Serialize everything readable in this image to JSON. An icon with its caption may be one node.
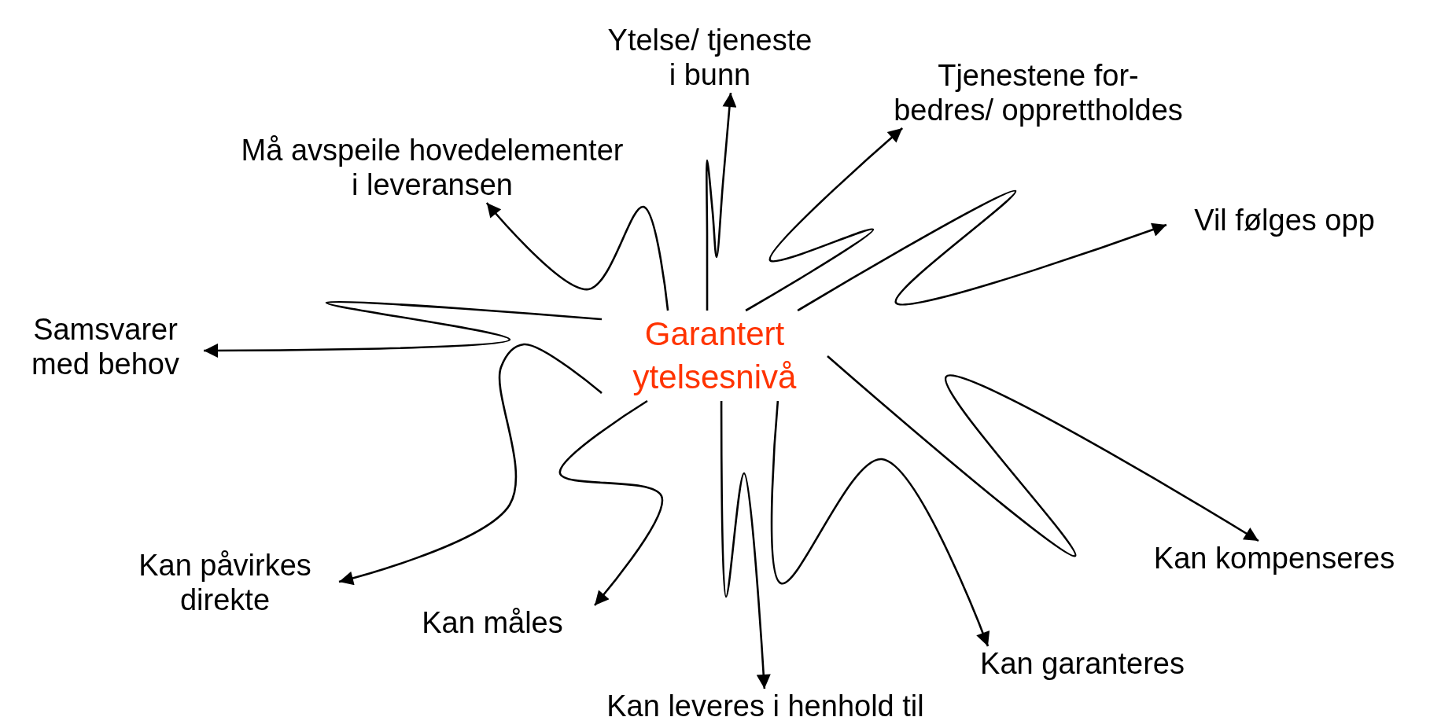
{
  "diagram": {
    "nodes": [
      {
        "text": [
          "Garantert ytelsesnivå"
        ]
      },
      {
        "text": [
          "Ytelse/ tjeneste i bunn"
        ]
      },
      {
        "text": [
          "Tjenestene for- bedres/ opprettholdes"
        ]
      },
      {
        "text": [
          "Vil følges opp"
        ]
      },
      {
        "text": [
          "Kan kompenseres"
        ]
      },
      {
        "text": [
          "Kan garanteres"
        ]
      },
      {
        "text": [
          "Kan leveres i henhold til"
        ]
      },
      {
        "text": [
          "Kan måles"
        ]
      },
      {
        "text": [
          "Kan påvirkes direkte"
        ]
      },
      {
        "text": [
          "Samsvarer med behov"
        ]
      },
      {
        "text": [
          "Må avspeile hovedelementer i leveransen"
        ]
      }
    ],
    "edges": [
      {
        "from": 0,
        "to": 1,
        "arrow": "to"
      },
      {
        "from": 0,
        "to": 2,
        "arrow": "to"
      },
      {
        "from": 0,
        "to": 3,
        "arrow": "to"
      },
      {
        "from": 0,
        "to": 4,
        "arrow": "to"
      },
      {
        "from": 0,
        "to": 5,
        "arrow": "to"
      },
      {
        "from": 0,
        "to": 6,
        "arrow": "to"
      },
      {
        "from": 0,
        "to": 7,
        "arrow": "to"
      },
      {
        "from": 0,
        "to": 8,
        "arrow": "to"
      },
      {
        "from": 0,
        "to": 9,
        "arrow": "to"
      },
      {
        "from": 0,
        "to": 10,
        "arrow": "to"
      }
    ]
  }
}
